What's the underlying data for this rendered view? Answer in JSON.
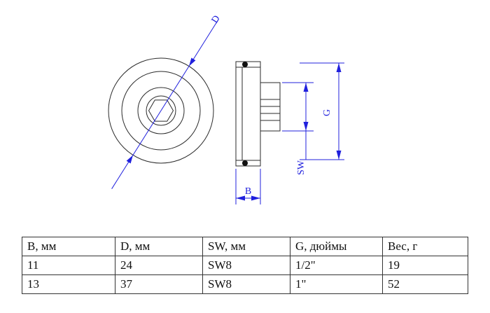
{
  "drawing": {
    "labels": {
      "d": "D",
      "g": "G",
      "sw": "SW",
      "b": "B"
    },
    "colors": {
      "dimension_blue": "#2020dd",
      "line_black": "#2a2a2a"
    }
  },
  "table": {
    "headers": [
      "B, мм",
      "D, мм",
      "SW, мм",
      "G, дюймы",
      "Вес, г"
    ],
    "rows": [
      [
        "11",
        "24",
        "SW8",
        "1/2\"",
        "19"
      ],
      [
        "13",
        "37",
        "SW8",
        "1\"",
        "52"
      ]
    ]
  }
}
